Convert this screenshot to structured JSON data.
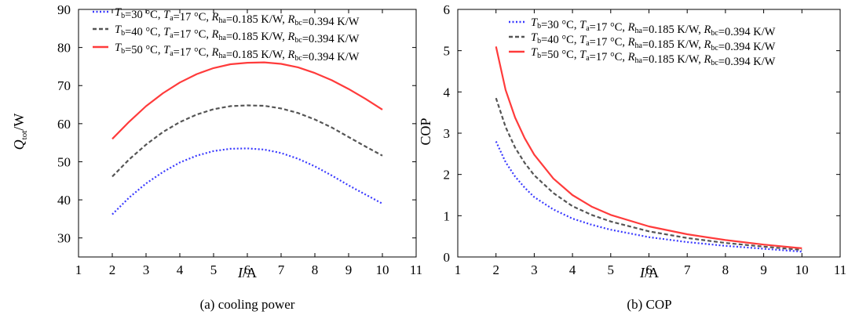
{
  "colors": {
    "series_1": "#3a3aff",
    "series_2": "#555555",
    "series_3": "#ff3b3b",
    "axis": "#000000"
  },
  "chart_data": [
    {
      "type": "line",
      "caption": "(a) cooling power",
      "xlabel_italic": "I",
      "xlabel_rest": "/A",
      "ylabel_main": "Q",
      "ylabel_sub": "tot",
      "ylabel_rest": "/W",
      "xlim": [
        1,
        11
      ],
      "ylim": [
        25,
        90
      ],
      "xticks": [
        1,
        2,
        3,
        4,
        5,
        6,
        7,
        8,
        9,
        10,
        11
      ],
      "yticks": [
        30,
        40,
        50,
        60,
        70,
        80,
        90
      ],
      "legend_position": "top",
      "series": [
        {
          "legend": [
            {
              "t": "T",
              "i": true
            },
            {
              "t": "b",
              "sub": true
            },
            {
              "t": "=30 °C, "
            },
            {
              "t": "T",
              "i": true
            },
            {
              "t": "a",
              "sub": true
            },
            {
              "t": "=17 °C, "
            },
            {
              "t": "R",
              "i": true
            },
            {
              "t": "ha",
              "sub": true
            },
            {
              "t": "=0.185 K/W, "
            },
            {
              "t": "R",
              "i": true
            },
            {
              "t": "bc",
              "sub": true
            },
            {
              "t": "=0.394 K/W"
            }
          ],
          "color": "#3a3aff",
          "dash": "dot",
          "x": [
            2,
            2.5,
            3,
            3.5,
            4,
            4.5,
            5,
            5.5,
            6,
            6.5,
            7,
            7.5,
            8,
            8.5,
            9,
            9.5,
            10
          ],
          "y": [
            36.2,
            40.6,
            44.3,
            47.3,
            49.8,
            51.6,
            52.8,
            53.4,
            53.5,
            53.2,
            52.3,
            50.8,
            48.8,
            46.4,
            43.8,
            41.4,
            39.0
          ]
        },
        {
          "legend": [
            {
              "t": "T",
              "i": true
            },
            {
              "t": "b",
              "sub": true
            },
            {
              "t": "=40 °C, "
            },
            {
              "t": "T",
              "i": true
            },
            {
              "t": "a",
              "sub": true
            },
            {
              "t": "=17 °C, "
            },
            {
              "t": "R",
              "i": true
            },
            {
              "t": "ha",
              "sub": true
            },
            {
              "t": "=0.185 K/W, "
            },
            {
              "t": "R",
              "i": true
            },
            {
              "t": "bc",
              "sub": true
            },
            {
              "t": "=0.394 K/W"
            }
          ],
          "color": "#555555",
          "dash": "dash",
          "x": [
            2,
            2.5,
            3,
            3.5,
            4,
            4.5,
            5,
            5.5,
            6,
            6.5,
            7,
            7.5,
            8,
            8.5,
            9,
            9.5,
            10
          ],
          "y": [
            46.1,
            50.6,
            54.5,
            57.8,
            60.4,
            62.4,
            63.8,
            64.6,
            64.8,
            64.7,
            64.0,
            62.8,
            61.1,
            59.0,
            56.5,
            54.0,
            51.6
          ]
        },
        {
          "legend": [
            {
              "t": "T",
              "i": true
            },
            {
              "t": "b",
              "sub": true
            },
            {
              "t": "=50 °C, "
            },
            {
              "t": "T",
              "i": true
            },
            {
              "t": "a",
              "sub": true
            },
            {
              "t": "=17 °C, "
            },
            {
              "t": "R",
              "i": true
            },
            {
              "t": "ha",
              "sub": true
            },
            {
              "t": "=0.185 K/W, "
            },
            {
              "t": "R",
              "i": true
            },
            {
              "t": "bc",
              "sub": true
            },
            {
              "t": "=0.394 K/W"
            }
          ],
          "color": "#ff3b3b",
          "dash": "solid",
          "x": [
            2,
            2.5,
            3,
            3.5,
            4,
            4.5,
            5,
            5.5,
            6,
            6.5,
            7,
            7.5,
            8,
            8.5,
            9,
            9.5,
            10
          ],
          "y": [
            56.0,
            60.5,
            64.6,
            68.0,
            70.8,
            73.0,
            74.6,
            75.6,
            76.0,
            76.1,
            75.7,
            74.8,
            73.3,
            71.4,
            69.1,
            66.5,
            63.7
          ]
        }
      ]
    },
    {
      "type": "line",
      "caption": "(b) COP",
      "xlabel_italic": "I",
      "xlabel_rest": "/A",
      "ylabel_main": "COP",
      "ylabel_sub": "",
      "ylabel_rest": "",
      "xlim": [
        1,
        11
      ],
      "ylim": [
        0,
        6
      ],
      "xticks": [
        1,
        2,
        3,
        4,
        5,
        6,
        7,
        8,
        9,
        10,
        11
      ],
      "yticks": [
        0,
        1,
        2,
        3,
        4,
        5,
        6
      ],
      "legend_position": "top-right",
      "series": [
        {
          "legend": [
            {
              "t": "T",
              "i": true
            },
            {
              "t": "b",
              "sub": true
            },
            {
              "t": "=30 °C, "
            },
            {
              "t": "T",
              "i": true
            },
            {
              "t": "a",
              "sub": true
            },
            {
              "t": "=17 °C, "
            },
            {
              "t": "R",
              "i": true
            },
            {
              "t": "ha",
              "sub": true
            },
            {
              "t": "=0.185 K/W, "
            },
            {
              "t": "R",
              "i": true
            },
            {
              "t": "bc",
              "sub": true
            },
            {
              "t": "=0.394 K/W"
            }
          ],
          "color": "#3a3aff",
          "dash": "dot",
          "x": [
            2,
            2.25,
            2.5,
            2.75,
            3,
            3.5,
            4,
            4.5,
            5,
            6,
            7,
            8,
            9,
            10
          ],
          "y": [
            2.8,
            2.3,
            1.95,
            1.68,
            1.45,
            1.15,
            0.93,
            0.78,
            0.66,
            0.48,
            0.36,
            0.27,
            0.2,
            0.13
          ]
        },
        {
          "legend": [
            {
              "t": "T",
              "i": true
            },
            {
              "t": "b",
              "sub": true
            },
            {
              "t": "=40 °C, "
            },
            {
              "t": "T",
              "i": true
            },
            {
              "t": "a",
              "sub": true
            },
            {
              "t": "=17 °C, "
            },
            {
              "t": "R",
              "i": true
            },
            {
              "t": "ha",
              "sub": true
            },
            {
              "t": "=0.185 K/W, "
            },
            {
              "t": "R",
              "i": true
            },
            {
              "t": "bc",
              "sub": true
            },
            {
              "t": "=0.394 K/W"
            }
          ],
          "color": "#555555",
          "dash": "dash",
          "x": [
            2,
            2.25,
            2.5,
            2.75,
            3,
            3.5,
            4,
            4.5,
            5,
            6,
            7,
            8,
            9,
            10
          ],
          "y": [
            3.85,
            3.15,
            2.65,
            2.28,
            1.98,
            1.55,
            1.23,
            1.02,
            0.86,
            0.62,
            0.46,
            0.34,
            0.25,
            0.17
          ]
        },
        {
          "legend": [
            {
              "t": "T",
              "i": true
            },
            {
              "t": "b",
              "sub": true
            },
            {
              "t": "=50 °C, "
            },
            {
              "t": "T",
              "i": true
            },
            {
              "t": "a",
              "sub": true
            },
            {
              "t": "=17 °C, "
            },
            {
              "t": "R",
              "i": true
            },
            {
              "t": "ha",
              "sub": true
            },
            {
              "t": "=0.185 K/W, "
            },
            {
              "t": "R",
              "i": true
            },
            {
              "t": "bc",
              "sub": true
            },
            {
              "t": "=0.394 K/W"
            }
          ],
          "color": "#ff3b3b",
          "dash": "solid",
          "x": [
            2,
            2.25,
            2.5,
            2.75,
            3,
            3.5,
            4,
            4.5,
            5,
            6,
            7,
            8,
            9,
            10
          ],
          "y": [
            5.1,
            4.05,
            3.38,
            2.88,
            2.48,
            1.9,
            1.5,
            1.22,
            1.02,
            0.74,
            0.55,
            0.41,
            0.3,
            0.21
          ]
        }
      ]
    }
  ]
}
